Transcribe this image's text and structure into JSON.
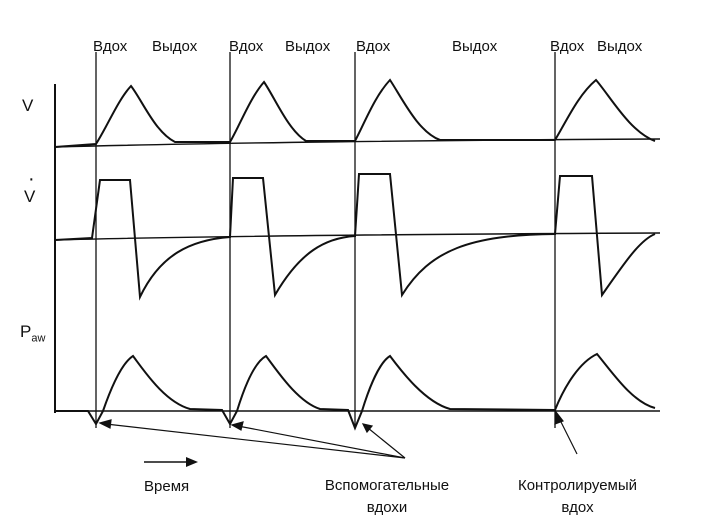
{
  "phase_labels": {
    "inhale": "Вдох",
    "exhale": "Выдох"
  },
  "axes": {
    "volume": "V",
    "flow": "V",
    "flow_mark": "·",
    "pressure_main": "P",
    "pressure_sub": "aw"
  },
  "annotations": {
    "time": "Время",
    "assisted_line1": "Вспомогательные",
    "assisted_line2": "вдохи",
    "controlled_line1": "Контролируемый",
    "controlled_line2": "вдох"
  },
  "breaths": [
    {
      "type": "assisted"
    },
    {
      "type": "assisted"
    },
    {
      "type": "assisted"
    },
    {
      "type": "controlled"
    }
  ]
}
